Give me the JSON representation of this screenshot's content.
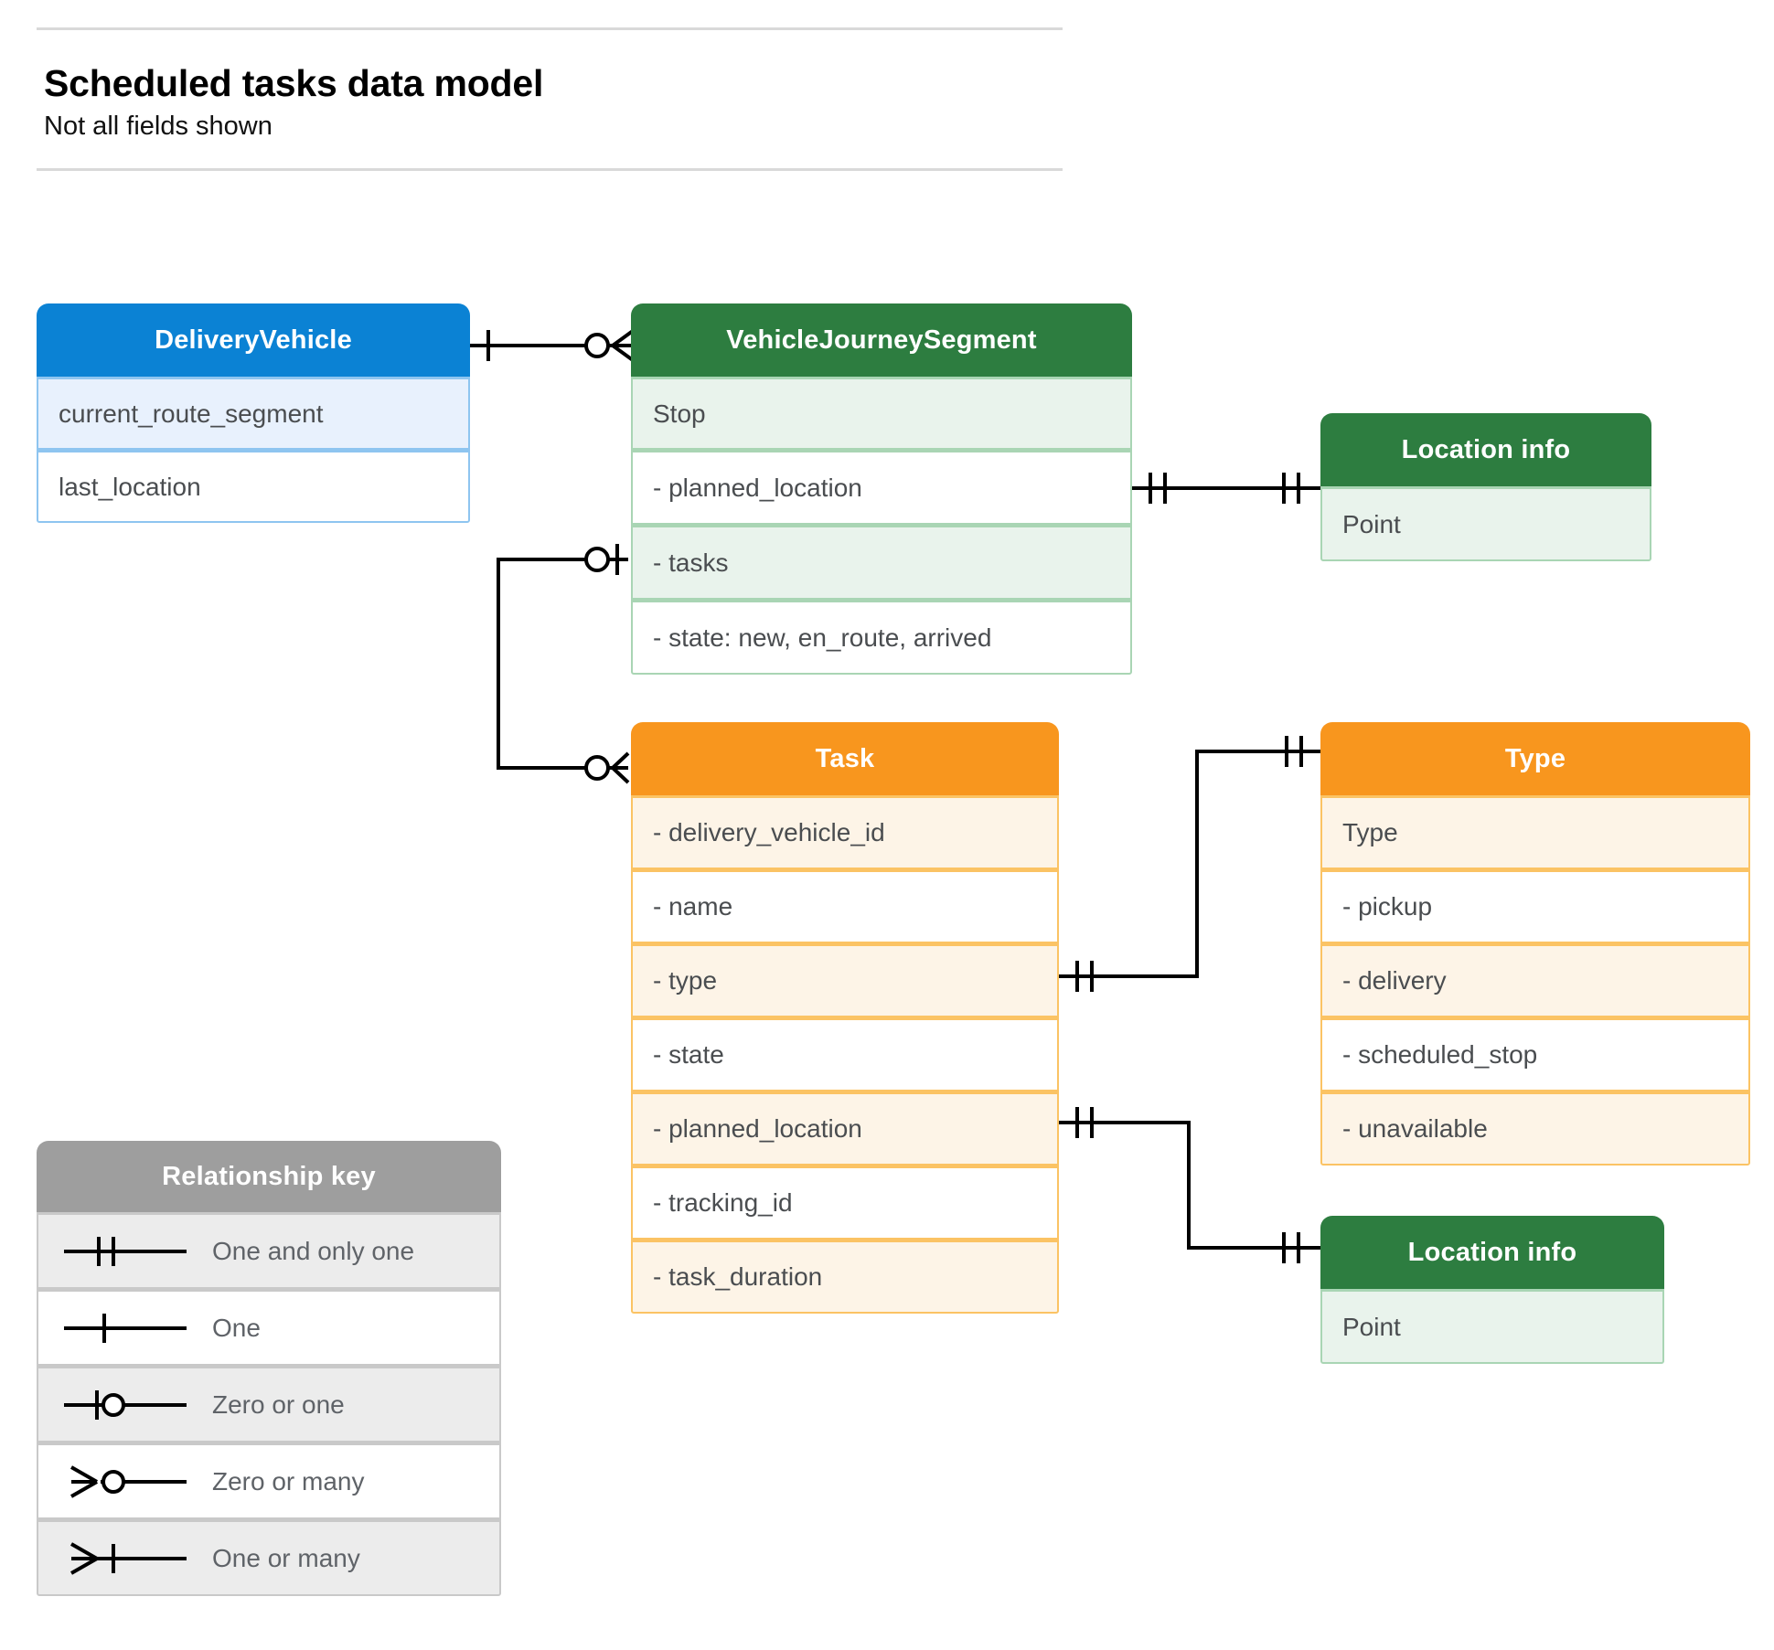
{
  "header": {
    "title": "Scheduled tasks data model",
    "subtitle": "Not all fields shown"
  },
  "entities": {
    "delivery_vehicle": {
      "name": "DeliveryVehicle",
      "color": "#0b82d4",
      "rows": [
        "current_route_segment",
        "last_location"
      ]
    },
    "vehicle_journey_segment": {
      "name": "VehicleJourneySegment",
      "color": "#2d7d40",
      "rows": [
        "Stop",
        "-  planned_location",
        "- tasks",
        "- state: new, en_route, arrived"
      ]
    },
    "location_info_top": {
      "name": "Location info",
      "color": "#2d7d40",
      "rows": [
        "Point"
      ]
    },
    "task": {
      "name": "Task",
      "color": "#f8961e",
      "rows": [
        "- delivery_vehicle_id",
        "- name",
        "- type",
        "- state",
        "- planned_location",
        "- tracking_id",
        "- task_duration"
      ]
    },
    "type": {
      "name": "Type",
      "color": "#f8961e",
      "rows": [
        "Type",
        "-   pickup",
        "-   delivery",
        "-   scheduled_stop",
        "-   unavailable"
      ]
    },
    "location_info_bottom": {
      "name": "Location info",
      "color": "#2d7d40",
      "rows": [
        "Point"
      ]
    }
  },
  "legend": {
    "title": "Relationship key",
    "color": "#9e9e9e",
    "items": [
      {
        "symbol": "one-and-only-one-icon",
        "label": "One and only one"
      },
      {
        "symbol": "one-icon",
        "label": "One"
      },
      {
        "symbol": "zero-or-one-icon",
        "label": "Zero or one"
      },
      {
        "symbol": "zero-or-many-icon",
        "label": "Zero or many"
      },
      {
        "symbol": "one-or-many-icon",
        "label": "One or many"
      }
    ]
  },
  "relationships": [
    {
      "from": "DeliveryVehicle",
      "to": "VehicleJourneySegment",
      "from_cardinality": "One",
      "to_cardinality": "Zero or many"
    },
    {
      "from": "VehicleJourneySegment.planned_location",
      "to": "Location info",
      "from_cardinality": "One and only one",
      "to_cardinality": "One and only one"
    },
    {
      "from": "VehicleJourneySegment.tasks",
      "to": "Task",
      "from_cardinality": "Zero or one",
      "to_cardinality": "Zero or many"
    },
    {
      "from": "Task.type",
      "to": "Type",
      "from_cardinality": "One and only one",
      "to_cardinality": "One and only one"
    },
    {
      "from": "Task.planned_location",
      "to": "Location info",
      "from_cardinality": "One and only one",
      "to_cardinality": "One and only one"
    }
  ],
  "colors": {
    "line": "#000000",
    "rule": "#d9d9d9",
    "text": "#3c4043"
  }
}
